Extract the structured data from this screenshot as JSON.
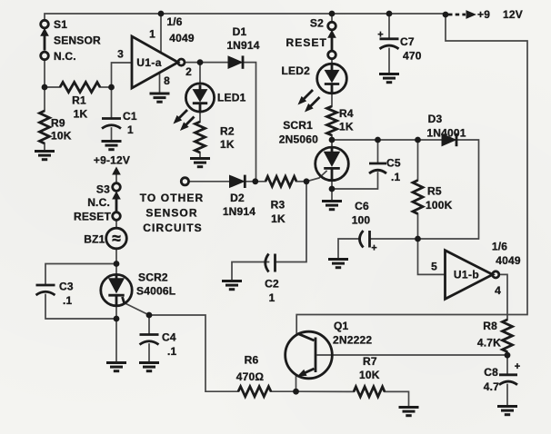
{
  "diagram": {
    "kind": "scanned schematic",
    "description": "Sensor alarm circuit with 4049 inverters, SCRs and buzzer",
    "ink_color": "#1b1b1b",
    "paper_color": "#f4f4f1"
  },
  "power": {
    "left": "+9-12V",
    "right_a": "+9",
    "right_b": "12V"
  },
  "note": {
    "l1": "TO OTHER",
    "l2": "SENSOR",
    "l3": "CIRCUITS"
  },
  "ic": {
    "u1a": {
      "ref": "U1-a",
      "fraction": "1/6",
      "part": "4049",
      "pin_in": "3",
      "pin_out": "2",
      "pin_top": "1",
      "pin_bot": "8"
    },
    "u1b": {
      "ref": "U1-b",
      "fraction": "1/6",
      "part": "4049",
      "pin_in": "5",
      "pin_out": "4"
    }
  },
  "switches": {
    "s1": {
      "ref": "S1",
      "l2": "SENSOR",
      "l3": "N.C."
    },
    "s2": {
      "ref": "S2",
      "l2": "RESET"
    },
    "s3": {
      "ref": "S3",
      "l2": "N.C.",
      "l3": "RESET"
    }
  },
  "resistors": {
    "r1": {
      "ref": "R1",
      "value": "1K"
    },
    "r2": {
      "ref": "R2",
      "value": "1K"
    },
    "r3": {
      "ref": "R3",
      "value": "1K"
    },
    "r4": {
      "ref": "R4",
      "value": "1K"
    },
    "r5": {
      "ref": "R5",
      "value": "100K"
    },
    "r6": {
      "ref": "R6",
      "value": "470Ω"
    },
    "r7": {
      "ref": "R7",
      "value": "10K"
    },
    "r8": {
      "ref": "R8",
      "value": "4.7K"
    },
    "r9": {
      "ref": "R9",
      "value": "10K"
    }
  },
  "capacitors": {
    "c1": {
      "ref": "C1",
      "value": "1"
    },
    "c2": {
      "ref": "C2",
      "value": "1"
    },
    "c3": {
      "ref": "C3",
      "value": ".1"
    },
    "c4": {
      "ref": "C4",
      "value": ".1"
    },
    "c5": {
      "ref": "C5",
      "value": ".1"
    },
    "c6": {
      "ref": "C6",
      "value": "100",
      "plus": "+"
    },
    "c7": {
      "ref": "C7",
      "value": "470",
      "plus": "+"
    },
    "c8": {
      "ref": "C8",
      "value": "4.7",
      "plus": "+"
    }
  },
  "diodes": {
    "d1": {
      "ref": "D1",
      "part": "1N914"
    },
    "d2": {
      "ref": "D2",
      "part": "1N914"
    },
    "d3": {
      "ref": "D3",
      "part": "1N4001"
    }
  },
  "leds": {
    "led1": {
      "ref": "LED1"
    },
    "led2": {
      "ref": "LED2"
    }
  },
  "scrs": {
    "scr1": {
      "ref": "SCR1",
      "part": "2N5060"
    },
    "scr2": {
      "ref": "SCR2",
      "part": "S4006L"
    }
  },
  "transistors": {
    "q1": {
      "ref": "Q1",
      "part": "2N2222"
    }
  },
  "buzzers": {
    "bz1": {
      "ref": "BZ1",
      "symbol": "≈"
    }
  }
}
